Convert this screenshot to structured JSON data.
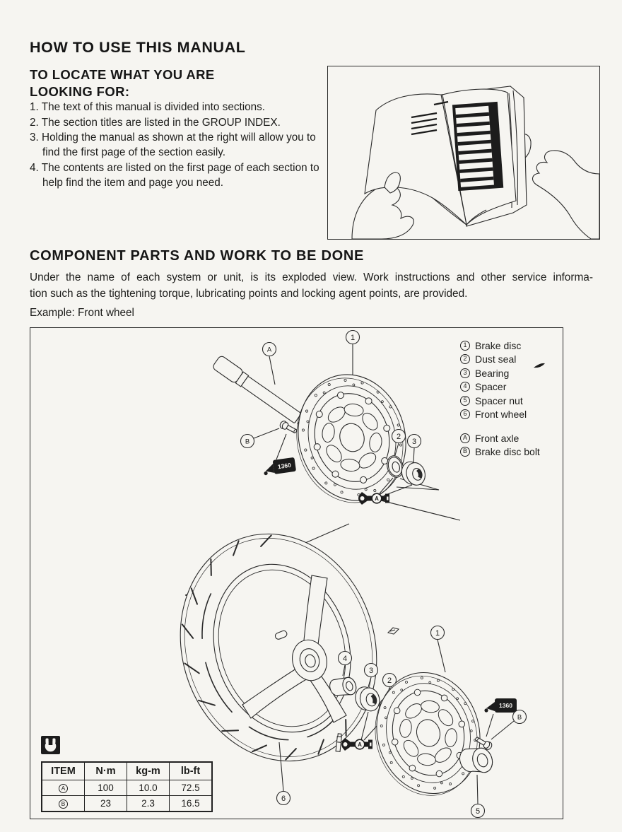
{
  "page": {
    "title": "HOW TO USE THIS MANUAL",
    "locate": {
      "line1": "TO LOCATE WHAT YOU ARE",
      "line2": "LOOKING FOR:",
      "items": [
        {
          "num": "1.",
          "text": "The text of this manual is divided into sections."
        },
        {
          "num": "2.",
          "text": "The section titles are listed in the GROUP INDEX."
        },
        {
          "num": "3.",
          "text": "Holding the manual as shown at the right will allow you to find the first page of the section easily."
        },
        {
          "num": "4.",
          "text": "The contents are listed on the first page of each section to help find the item and page you need."
        }
      ]
    },
    "component": {
      "heading": "COMPONENT PARTS AND WORK TO BE DONE",
      "body1": "Under the name of each system or unit, is its exploded view. Work instructions and other service informa-",
      "body2": "tion such as the tightening torque, lubricating points and locking agent points, are provided.",
      "example": "Example: Front wheel"
    }
  },
  "diagram": {
    "parts": [
      {
        "key": "1",
        "label": "Brake disc"
      },
      {
        "key": "2",
        "label": "Dust seal"
      },
      {
        "key": "3",
        "label": "Bearing"
      },
      {
        "key": "4",
        "label": "Spacer"
      },
      {
        "key": "5",
        "label": "Spacer nut"
      },
      {
        "key": "6",
        "label": "Front wheel"
      }
    ],
    "fasteners": [
      {
        "key": "A",
        "label": "Front axle"
      },
      {
        "key": "B",
        "label": "Brake disc bolt"
      }
    ],
    "threadlock": "1360",
    "torque_letter": "A",
    "table": {
      "headers": [
        "ITEM",
        "N·m",
        "kg-m",
        "lb-ft"
      ],
      "rows": [
        {
          "item": "A",
          "nm": "100",
          "kgm": "10.0",
          "lbft": "72.5"
        },
        {
          "item": "B",
          "nm": "23",
          "kgm": "2.3",
          "lbft": "16.5"
        }
      ]
    }
  }
}
